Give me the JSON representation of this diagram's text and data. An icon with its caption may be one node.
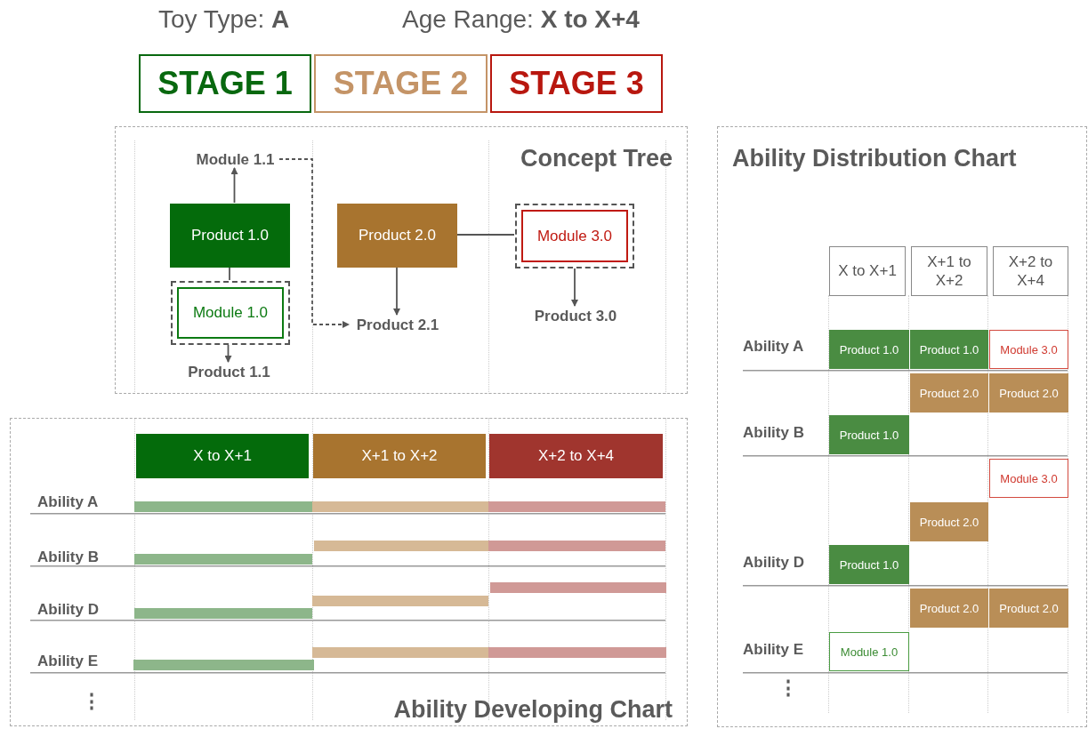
{
  "diagram": {
    "nodes": [
      {
        "text": [
          "STAGE 1"
        ]
      },
      {
        "text": [
          "STAGE 2"
        ]
      },
      {
        "text": [
          "STAGE 3"
        ]
      },
      {
        "text": [
          "Concept Tree"
        ]
      },
      {
        "text": [
          "Module 1.1"
        ],
        "in": 3
      },
      {
        "text": [
          "Product 1.0"
        ],
        "in": 3
      },
      {
        "text": [
          "Module 1.0"
        ],
        "in": 3
      },
      {
        "text": [
          "Product 1.1"
        ],
        "in": 3
      },
      {
        "text": [
          "Product 2.0"
        ],
        "in": 3
      },
      {
        "text": [
          "Product 2.1"
        ],
        "in": 3
      },
      {
        "text": [
          "Module 3.0"
        ],
        "in": 3
      },
      {
        "text": [
          "Product 3.0"
        ],
        "in": 3
      },
      {
        "text": [
          "Ability Developing Chart"
        ]
      },
      {
        "text": [
          "X to X+1"
        ],
        "in": 12
      },
      {
        "text": [
          "X+1 to X+2"
        ],
        "in": 12
      },
      {
        "text": [
          "X+2 to X+4"
        ],
        "in": 12
      },
      {
        "text": [
          "Ability Distribution Chart"
        ]
      },
      {
        "text": [
          "X to X+1"
        ],
        "in": 16
      },
      {
        "text": [
          "X+1 to X+2"
        ],
        "in": 16
      },
      {
        "text": [
          "X+2 to X+4"
        ],
        "in": 16
      },
      {
        "text": [
          "Product 1.0"
        ],
        "in": 16
      },
      {
        "text": [
          "Product 1.0"
        ],
        "in": 16
      },
      {
        "text": [
          "Module 3.0"
        ],
        "in": 16
      },
      {
        "text": [
          "Product 2.0"
        ],
        "in": 16
      },
      {
        "text": [
          "Product 2.0"
        ],
        "in": 16
      },
      {
        "text": [
          "Product 1.0"
        ],
        "in": 16
      },
      {
        "text": [
          "Module 3.0"
        ],
        "in": 16
      },
      {
        "text": [
          "Product 2.0"
        ],
        "in": 16
      },
      {
        "text": [
          "Product 1.0"
        ],
        "in": 16
      },
      {
        "text": [
          "Product 2.0"
        ],
        "in": 16
      },
      {
        "text": [
          "Product 2.0"
        ],
        "in": 16
      },
      {
        "text": [
          "Module 1.0"
        ],
        "in": 16
      }
    ],
    "edges": [
      {
        "from": 5,
        "to": 4,
        "arrow": "to"
      },
      {
        "from": 5,
        "to": 6,
        "arrow": "none"
      },
      {
        "from": 6,
        "to": 7,
        "arrow": "to"
      },
      {
        "from": 4,
        "to": 9,
        "arrow": "to",
        "style": "dashed"
      },
      {
        "from": 8,
        "to": 9,
        "arrow": "to"
      },
      {
        "from": 8,
        "to": 10,
        "arrow": "none"
      },
      {
        "from": 10,
        "to": 11,
        "arrow": "to"
      }
    ],
    "labels": [
      "Toy Type: **A**",
      "Age Range: **X to X+4**",
      "Ability A",
      "Ability B",
      "Ability D",
      "Ability E",
      "⋮",
      "Ability A",
      "Ability B",
      "Ability D",
      "Ability E",
      "⋮"
    ]
  }
}
